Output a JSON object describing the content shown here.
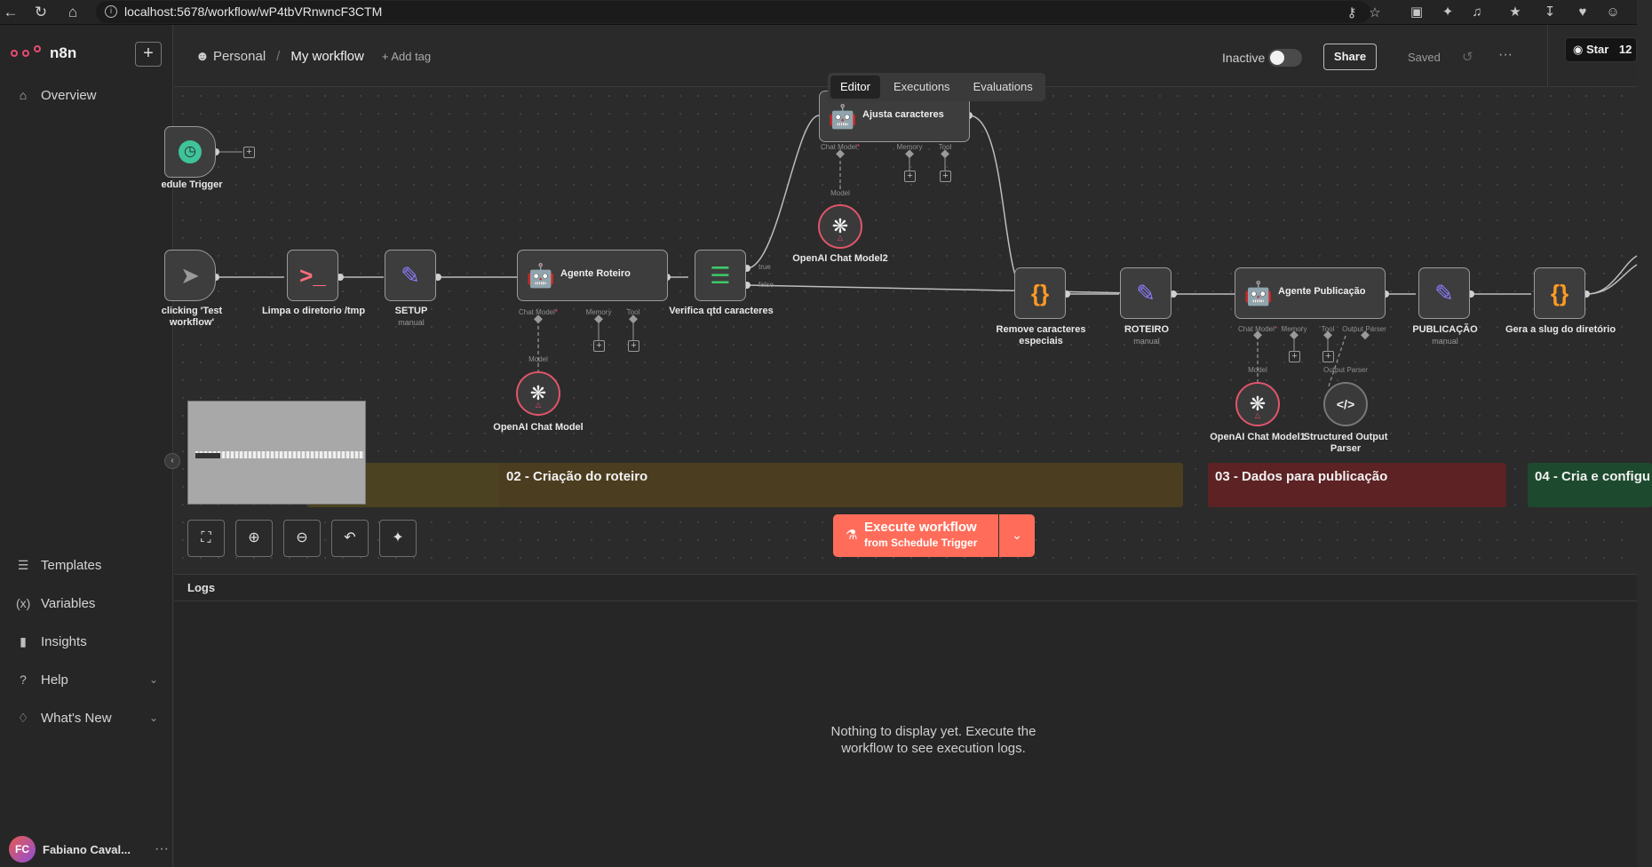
{
  "browser": {
    "url": "localhost:5678/workflow/wP4tbVRnwncF3CTM"
  },
  "sidebar": {
    "brand": "n8n",
    "overview": "Overview",
    "templates": "Templates",
    "variables": "Variables",
    "insights": "Insights",
    "help": "Help",
    "whats_new": "What's New",
    "user_initials": "FC",
    "user_name": "Fabiano Caval..."
  },
  "header": {
    "breadcrumb_personal": "Personal",
    "separator": "/",
    "workflow_name": "My workflow",
    "add_tag": "+ Add tag",
    "status_label": "Inactive",
    "share": "Share",
    "saved": "Saved",
    "github_star": "Star",
    "github_count": "12",
    "tabs": [
      "Editor",
      "Executions",
      "Evaluations"
    ]
  },
  "canvas": {
    "nodes": {
      "schedule_trigger": "edule Trigger",
      "manual_trigger_l1": "clicking 'Test",
      "manual_trigger_l2": "workflow'",
      "limpa": "Limpa o diretorio /tmp",
      "setup": "SETUP",
      "setup_sub": "manual",
      "agente_roteiro": "Agente Roteiro",
      "verifica": "Verifica qtd caracteres",
      "verifica_true": "true",
      "verifica_false": "false",
      "ajusta": "Ajusta caracteres",
      "openai2": "OpenAI Chat Model2",
      "openai": "OpenAI Chat Model",
      "remove_l1": "Remove caracteres",
      "remove_l2": "especiais",
      "roteiro": "ROTEIRO",
      "roteiro_sub": "manual",
      "agente_publicacao": "Agente Publicação",
      "publicacao": "PUBLICAÇÃO",
      "publicacao_sub": "manual",
      "gera_slug": "Gera a slug do diretório",
      "openai1": "OpenAI Chat Model1",
      "parser_l1": "Structured Output",
      "parser_l2": "Parser"
    },
    "ports": {
      "chat_model": "Chat Model",
      "memory": "Memory",
      "tool": "Tool",
      "output_parser": "Output Parser",
      "model": "Model"
    },
    "sticky_notes": [
      {
        "label": "",
        "color": "#4a4220"
      },
      {
        "label": "02 - Criação do roteiro",
        "color": "#4b3d1f"
      },
      {
        "label": "03 - Dados para publicação",
        "color": "#5c2224"
      },
      {
        "label": "04 - Cria e configu",
        "color": "#1d4a2e"
      }
    ],
    "execute_button": "Execute workflow",
    "execute_sub": "from Schedule Trigger"
  },
  "logs": {
    "title": "Logs",
    "empty_message": "Nothing to display yet. Execute the workflow to see execution logs."
  },
  "colors": {
    "brand": "#ea4b71",
    "execute": "#ff6d5a",
    "trigger_green": "#3ec39a",
    "edit_purple": "#8b7cff",
    "code_orange": "#ff9b22"
  }
}
